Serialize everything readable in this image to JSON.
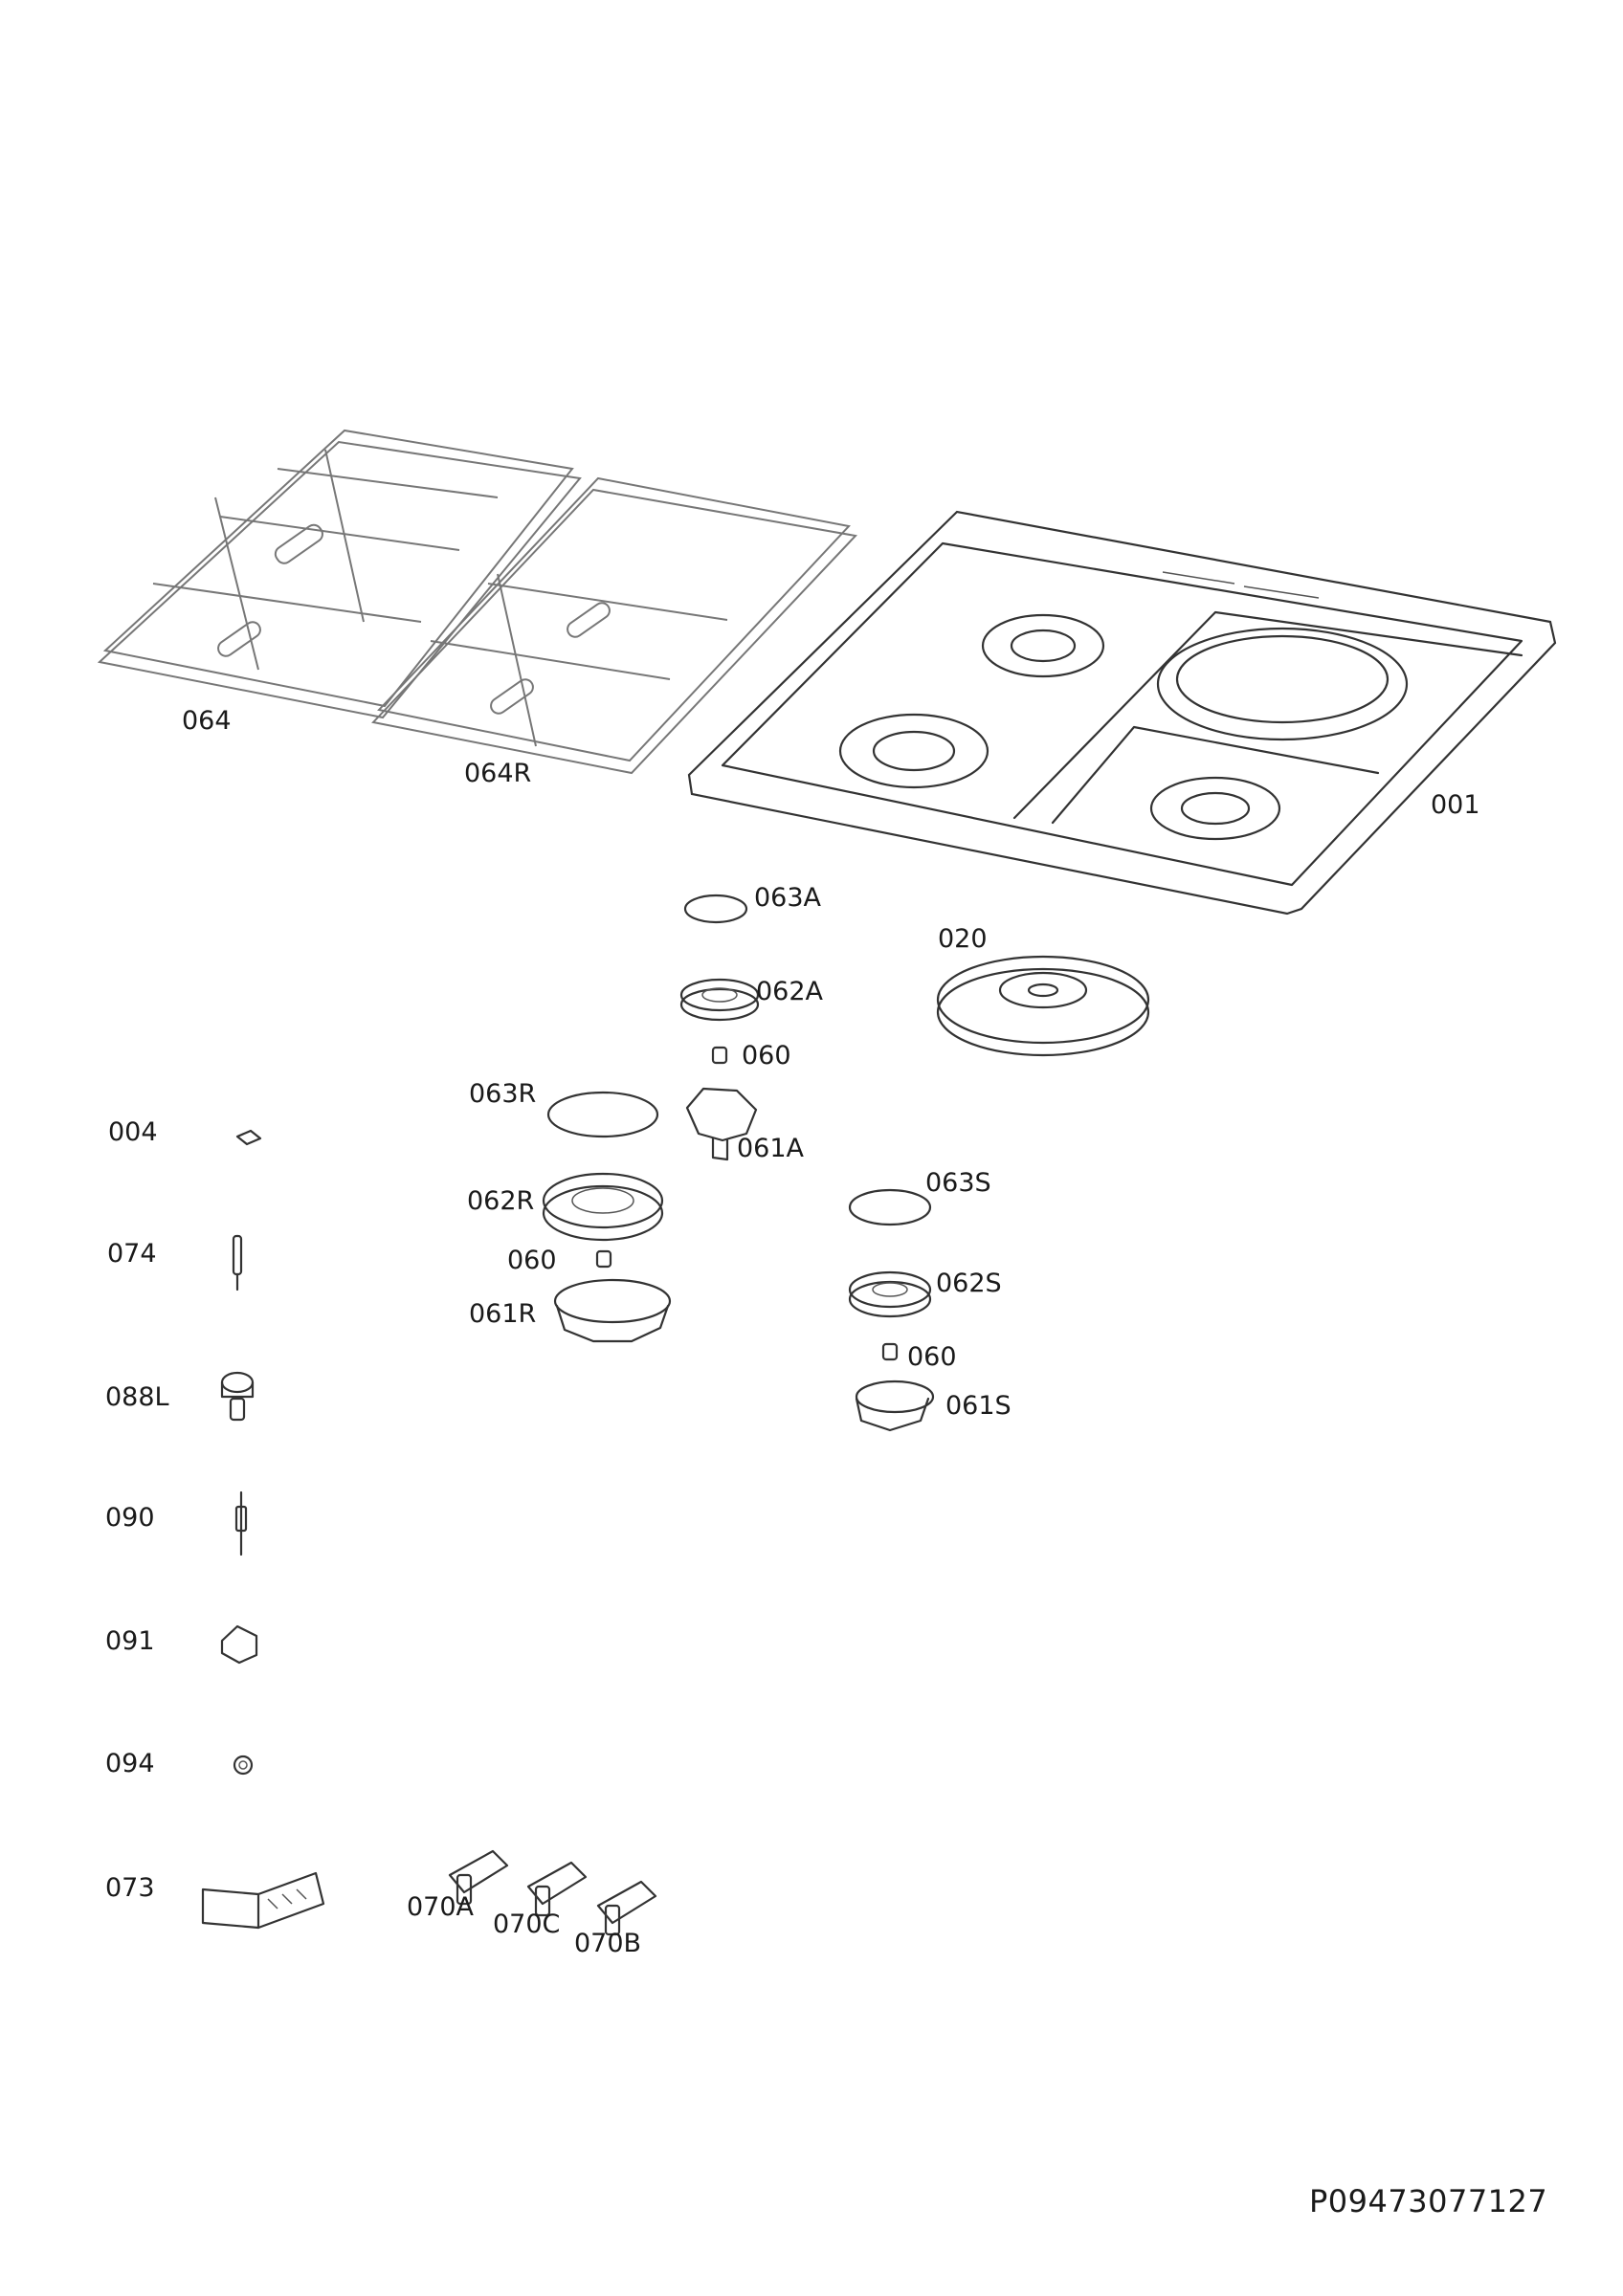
{
  "labels": {
    "p064": "064",
    "p064R": "064R",
    "p001": "001",
    "p063A": "063A",
    "p020": "020",
    "p062A": "062A",
    "p060_a": "060",
    "p063R": "063R",
    "p061A": "061A",
    "p004": "004",
    "p063S": "063S",
    "p062R": "062R",
    "p074": "074",
    "p060_r": "060",
    "p062S": "062S",
    "p061R": "061R",
    "p060_s": "060",
    "p088L": "088L",
    "p061S": "061S",
    "p090": "090",
    "p091": "091",
    "p094": "094",
    "p073": "073",
    "p070A": "070A",
    "p070C": "070C",
    "p070B": "070B"
  },
  "document_code": "P09473077127"
}
